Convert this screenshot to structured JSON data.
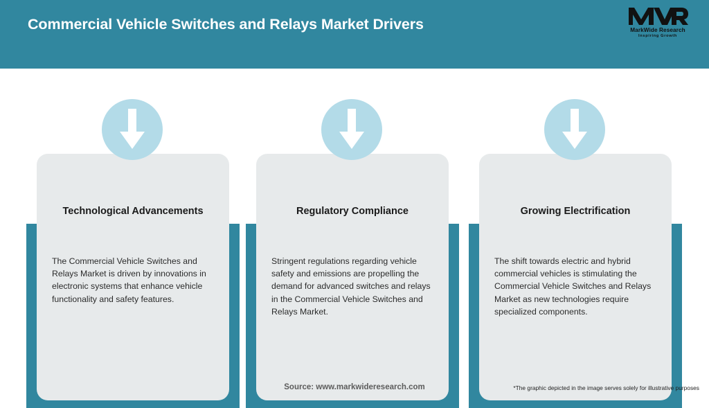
{
  "header": {
    "title": "Commercial Vehicle Switches and Relays Market Drivers",
    "background_color": "#31879f",
    "title_color": "#ffffff"
  },
  "logo": {
    "mark_text": "MWR",
    "name": "MarkWide Research",
    "tagline": "Inspiring Growth"
  },
  "cards": [
    {
      "icon": "down-arrow-icon",
      "title": "Technological Advancements",
      "body": "The Commercial Vehicle Switches and Relays Market is driven by innovations in electronic systems that enhance vehicle functionality and safety features."
    },
    {
      "icon": "down-arrow-icon",
      "title": "Regulatory Compliance",
      "body": "Stringent regulations regarding vehicle safety and emissions are propelling the demand for advanced switches and relays in the Commercial Vehicle Switches and Relays Market."
    },
    {
      "icon": "down-arrow-icon",
      "title": "Growing Electrification",
      "body": "The shift towards electric and hybrid commercial vehicles is stimulating the Commercial Vehicle Switches and Relays Market as new technologies require specialized components."
    }
  ],
  "footer": {
    "source": "Source: www.markwideresearch.com",
    "disclaimer": "*The graphic depicted in the image serves solely for illustrative purposes"
  },
  "theme": {
    "accent": "#31879f",
    "card_bg": "#e7eaeb",
    "icon_circle": "#b3dbe8",
    "page_bg": "#ffffff"
  }
}
